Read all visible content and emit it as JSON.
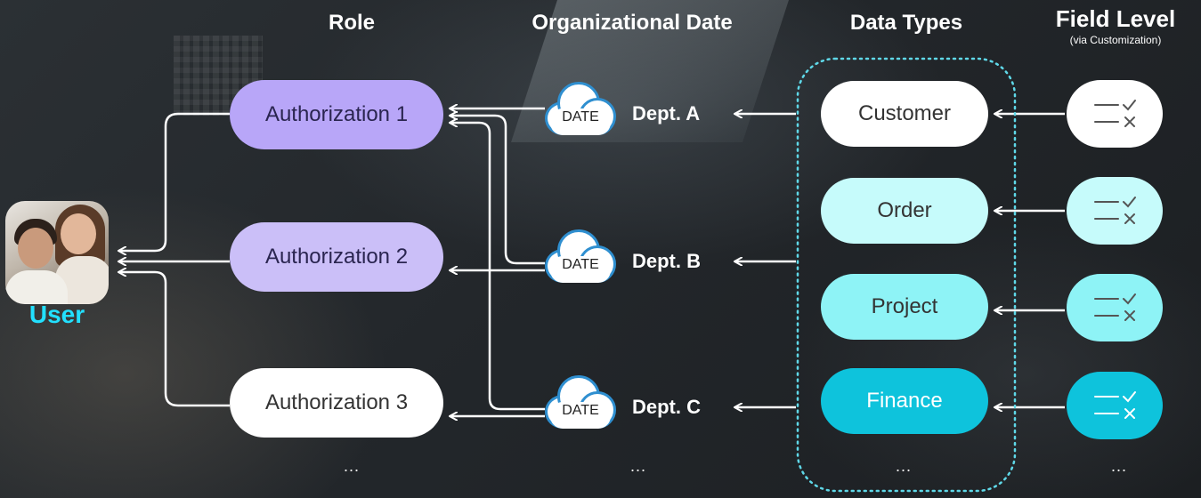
{
  "headers": {
    "role": "Role",
    "org_date": "Organizational Date",
    "data_types": "Data Types",
    "field_level": "Field Level",
    "field_level_sub": "(via Customization)"
  },
  "user": {
    "label": "User"
  },
  "roles": [
    {
      "label": "Authorization 1",
      "bg": "#b8a6f8",
      "color": "#2a2550"
    },
    {
      "label": "Authorization 2",
      "bg": "#cbbff8",
      "color": "#2a2550"
    },
    {
      "label": "Authorization 3",
      "bg": "#ffffff",
      "color": "#333333"
    }
  ],
  "departments": [
    {
      "cloud_label": "DATE",
      "label": "Dept. A"
    },
    {
      "cloud_label": "DATE",
      "label": "Dept. B"
    },
    {
      "cloud_label": "DATE",
      "label": "Dept. C"
    }
  ],
  "data_types": [
    {
      "label": "Customer",
      "bg": "#ffffff",
      "color": "#333333"
    },
    {
      "label": "Order",
      "bg": "#c6fbfb",
      "color": "#333333"
    },
    {
      "label": "Project",
      "bg": "#8ef3f6",
      "color": "#333333"
    },
    {
      "label": "Finance",
      "bg": "#0ec3dc",
      "color": "#ffffff"
    }
  ],
  "field_levels": [
    {
      "icon": "field-checklist-icon",
      "bg": "#ffffff",
      "stroke": "#555555"
    },
    {
      "icon": "field-checklist-icon",
      "bg": "#c6fbfb",
      "stroke": "#555555"
    },
    {
      "icon": "field-checklist-icon",
      "bg": "#8ef3f6",
      "stroke": "#555555"
    },
    {
      "icon": "field-checklist-icon",
      "bg": "#0ec3dc",
      "stroke": "#ffffff"
    }
  ],
  "ellipsis": {
    "role": "...",
    "org_date": "...",
    "data_types": "...",
    "field_level": "..."
  },
  "colors": {
    "accent": "#22e0ff",
    "cloud_border": "#2f8fd0",
    "arrow": "#ffffff",
    "dotted_box": "#5fd8e8"
  }
}
